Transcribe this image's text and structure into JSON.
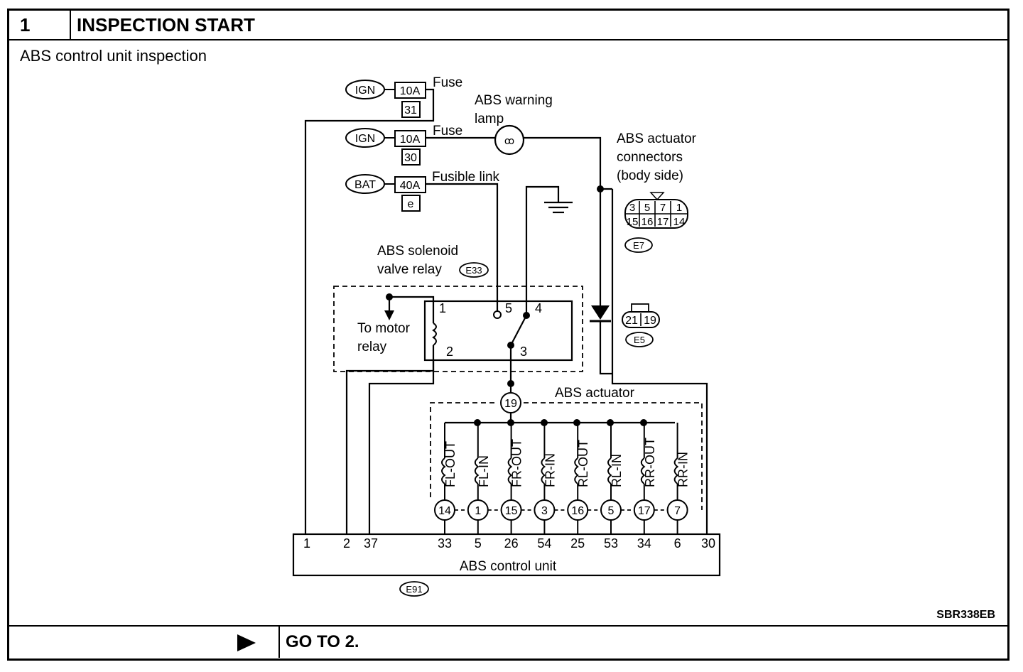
{
  "header": {
    "step_number": "1",
    "title": "INSPECTION START"
  },
  "subtitle": "ABS control unit inspection",
  "footer": {
    "action": "GO TO 2."
  },
  "figure_code": "SBR338EB",
  "diagram": {
    "power_sources": [
      {
        "source": "IGN",
        "rating": "10A",
        "fuse_no": "31",
        "type": "Fuse"
      },
      {
        "source": "IGN",
        "rating": "10A",
        "fuse_no": "30",
        "type": "Fuse"
      },
      {
        "source": "BAT",
        "rating": "40A",
        "fuse_no": "e",
        "type": "Fusible link"
      }
    ],
    "warning_lamp_label_1": "ABS warning",
    "warning_lamp_label_2": "lamp",
    "actuator_connectors_label_1": "ABS actuator",
    "actuator_connectors_label_2": "connectors",
    "actuator_connectors_label_3": "(body side)",
    "connector_e7": {
      "id": "E7",
      "top_row": [
        "3",
        "5",
        "7",
        "1"
      ],
      "bottom_row": [
        "15",
        "16",
        "17",
        "14"
      ]
    },
    "connector_e5": {
      "id": "E5",
      "pins": [
        "21",
        "19"
      ]
    },
    "relay_label_1": "ABS solenoid",
    "relay_label_2": "valve relay",
    "relay_connector": "E33",
    "relay_pins": [
      "1",
      "2",
      "3",
      "4",
      "5"
    ],
    "motor_relay_label_1": "To motor",
    "motor_relay_label_2": "relay",
    "actuator_label": "ABS actuator",
    "actuator_common_pin": "19",
    "solenoids": [
      {
        "name": "FL-OUT",
        "pin": "14",
        "cu_terminal": "33"
      },
      {
        "name": "FL-IN",
        "pin": "1",
        "cu_terminal": "5"
      },
      {
        "name": "FR-OUT",
        "pin": "15",
        "cu_terminal": "26"
      },
      {
        "name": "FR-IN",
        "pin": "3",
        "cu_terminal": "54"
      },
      {
        "name": "RL-OUT",
        "pin": "16",
        "cu_terminal": "25"
      },
      {
        "name": "RL-IN",
        "pin": "5",
        "cu_terminal": "53"
      },
      {
        "name": "RR-OUT",
        "pin": "17",
        "cu_terminal": "34"
      },
      {
        "name": "RR-IN",
        "pin": "7",
        "cu_terminal": "6"
      }
    ],
    "control_unit": {
      "label": "ABS control unit",
      "connector": "E91",
      "terminals_left": [
        "1",
        "2",
        "37"
      ],
      "terminal_right": "30"
    }
  }
}
